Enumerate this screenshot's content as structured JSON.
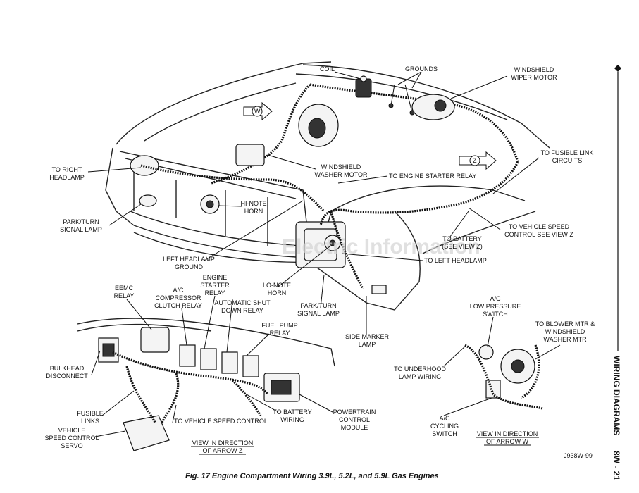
{
  "caption": "Fig. 17 Engine Compartment Wiring 3.9L, 5.2L, and 5.9L Gas Engines",
  "figure_code": "J938W-99",
  "side_header": {
    "title": "WIRING DIAGRAMS",
    "page": "8W - 21"
  },
  "watermark": "Electric Information",
  "view_arrows": {
    "w": "W",
    "z": "Z"
  },
  "labels": {
    "coil": "COIL",
    "grounds": "GROUNDS",
    "windshield_wiper_motor": [
      "WINDSHIELD",
      "WIPER MOTOR"
    ],
    "to_right_headlamp": [
      "TO RIGHT",
      "HEADLAMP"
    ],
    "windshield_washer_motor": [
      "WINDSHIELD",
      "WASHER MOTOR"
    ],
    "to_fusible_link_circuits": [
      "TO FUSIBLE LINK",
      "CIRCUITS"
    ],
    "to_engine_starter_relay": "TO ENGINE STARTER RELAY",
    "hi_note_horn": [
      "HI-NOTE",
      "HORN"
    ],
    "park_turn_signal_lamp_left": [
      "PARK/TURN",
      "SIGNAL LAMP"
    ],
    "to_vehicle_speed_control_see_view_z": [
      "TO VEHICLE SPEED",
      "CONTROL SEE VIEW Z"
    ],
    "to_battery_see_view_z": [
      "TO BATTERY",
      "(SEE VIEW Z)"
    ],
    "to_left_headlamp": "TO LEFT HEADLAMP",
    "left_headlamp_ground": [
      "LEFT HEADLAMP",
      "GROUND"
    ],
    "engine_starter_relay": [
      "ENGINE",
      "STARTER",
      "RELAY"
    ],
    "lo_note_horn": [
      "LO-NOTE",
      "HORN"
    ],
    "eemc_relay": [
      "EEMC",
      "RELAY"
    ],
    "ac_compressor_clutch_relay": [
      "A/C",
      "COMPRESSOR",
      "CLUTCH RELAY"
    ],
    "automatic_shut_down_relay": [
      "AUTOMATIC SHUT",
      "DOWN RELAY"
    ],
    "park_turn_signal_lamp_right": [
      "PARK/TURN",
      "SIGNAL LAMP"
    ],
    "fuel_pump_relay": [
      "FUEL PUMP",
      "RELAY"
    ],
    "side_marker_lamp": [
      "SIDE MARKER",
      "LAMP"
    ],
    "ac_low_pressure_switch": [
      "A/C",
      "LOW PRESSURE",
      "SWITCH"
    ],
    "to_blower_mtr": [
      "TO BLOWER MTR &",
      "WINDSHIELD",
      "WASHER MTR"
    ],
    "bulkhead_disconnect": [
      "BULKHEAD",
      "DISCONNECT"
    ],
    "to_underhood_lamp_wiring": [
      "TO UNDERHOOD",
      "LAMP WIRING"
    ],
    "fusible_links": [
      "FUSIBLE",
      "LINKS"
    ],
    "to_battery_wiring": [
      "TO BATTERY",
      "WIRING"
    ],
    "powertrain_control_module": [
      "POWERTRAIN",
      "CONTROL",
      "MODULE"
    ],
    "vehicle_speed_control_servo": [
      "VEHICLE",
      "SPEED CONTROL",
      "SERVO"
    ],
    "to_vehicle_speed_control": "TO VEHICLE SPEED CONTROL",
    "ac_cycling_switch": [
      "A/C",
      "CYCLING",
      "SWITCH"
    ],
    "view_z": [
      "VIEW IN DIRECTION",
      "OF ARROW Z"
    ],
    "view_w": [
      "VIEW IN DIRECTION",
      "OF ARROW W"
    ]
  }
}
